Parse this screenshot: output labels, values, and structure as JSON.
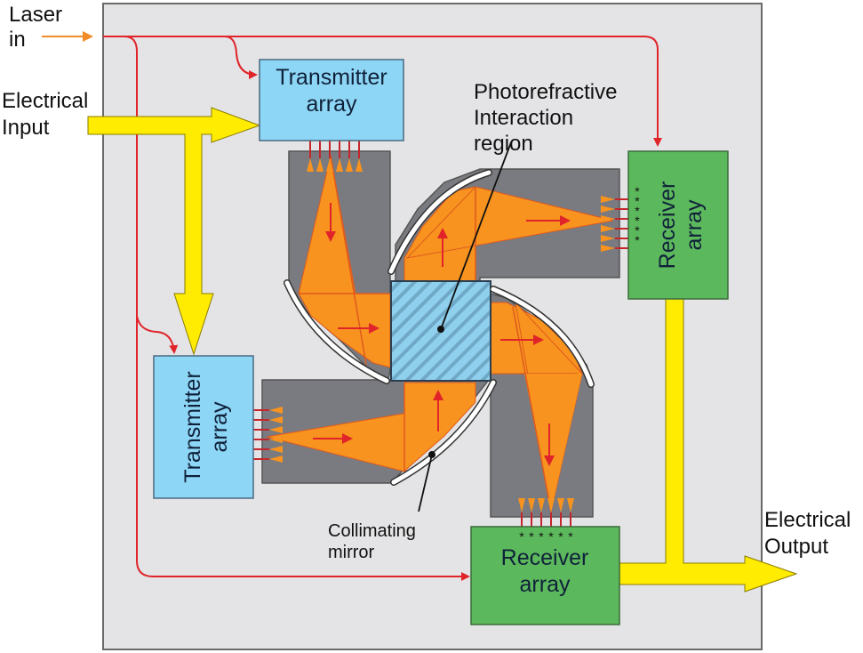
{
  "title": "Photorefractive optical interconnect diagram",
  "labels": {
    "laser_in_line1": "Laser",
    "laser_in_line2": "in",
    "electrical_input_line1": "Electrical",
    "electrical_input_line2": "Input",
    "electrical_output_line1": "Electrical",
    "electrical_output_line2": "Output",
    "photorefractive_line1": "Photorefractive",
    "photorefractive_line2": "Interaction",
    "photorefractive_line3": "region",
    "collimating_line1": "Collimating",
    "collimating_line2": "mirror"
  },
  "blocks": {
    "transmitter_top": {
      "line1": "Transmitter",
      "line2": "array"
    },
    "transmitter_left": {
      "line1": "Transmitter",
      "line2": "array"
    },
    "receiver_right": {
      "line1": "Receiver",
      "line2": "array"
    },
    "receiver_bottom": {
      "line1": "Receiver",
      "line2": "array"
    }
  },
  "detector_marks": "* * * * * *",
  "colors": {
    "panel": "#e4e4e6",
    "housing": "#7a7b80",
    "beam": "#f7931e",
    "laser_line": "#e0242a",
    "electrical_arrow": "#ffec00",
    "transmitter": "#8ed6f5",
    "receiver": "#5cb85c",
    "crystal": "#8fd0ee"
  }
}
